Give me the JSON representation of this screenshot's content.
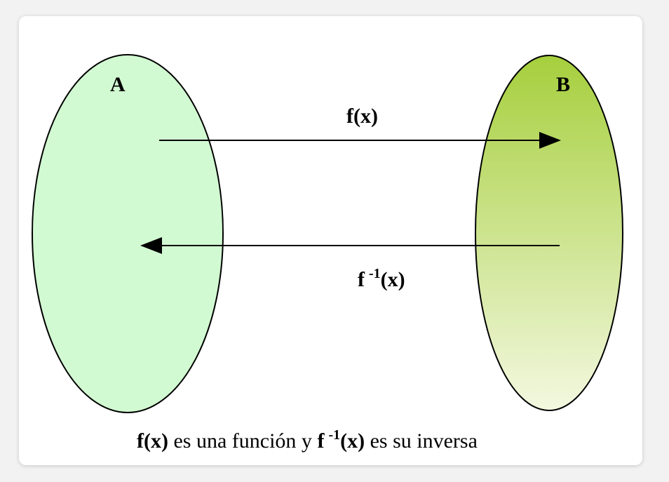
{
  "colors": {
    "set_a_fill": "#d2fad2",
    "set_b_gradient_top": "#a6cf3d",
    "set_b_gradient_bottom": "#f3f8e0",
    "outline": "#000000",
    "arrow": "#000000",
    "background": "#ffffff"
  },
  "sets": {
    "a": {
      "label": "A"
    },
    "b": {
      "label": "B"
    }
  },
  "arrows": {
    "forward": {
      "label": "f(x)"
    },
    "inverse": {
      "label_base": "f",
      "label_sup": "-1",
      "label_arg": "(x)"
    }
  },
  "caption": {
    "part1": "f(x)",
    "part2": " es una función y ",
    "part3_base": "f",
    "part3_sup": "-1",
    "part3_arg": "(x)",
    "part4": " es su inversa"
  }
}
